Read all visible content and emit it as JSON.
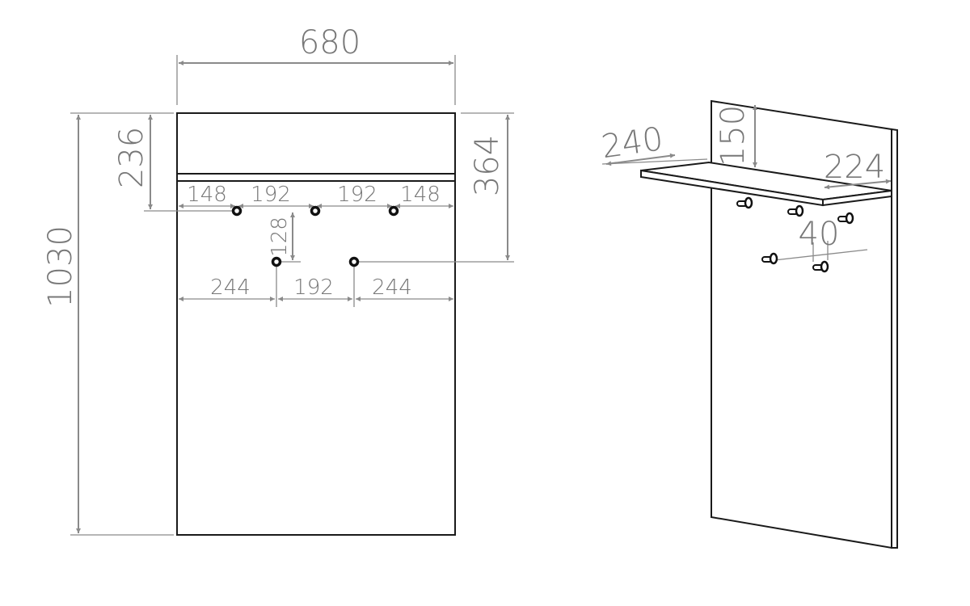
{
  "front_view": {
    "overall_width": "680",
    "overall_height": "1030",
    "shelf_to_top_hooks": "236",
    "top_to_bottom_hooks": "364",
    "top_row_spacing": [
      "148",
      "192",
      "192",
      "148"
    ],
    "row_gap": "128",
    "bottom_row_spacing": [
      "244",
      "192",
      "244"
    ]
  },
  "iso_view": {
    "shelf_depth": "240",
    "shelf_height_from_top": "150",
    "shelf_inset": "224",
    "hook_depth": "40"
  }
}
